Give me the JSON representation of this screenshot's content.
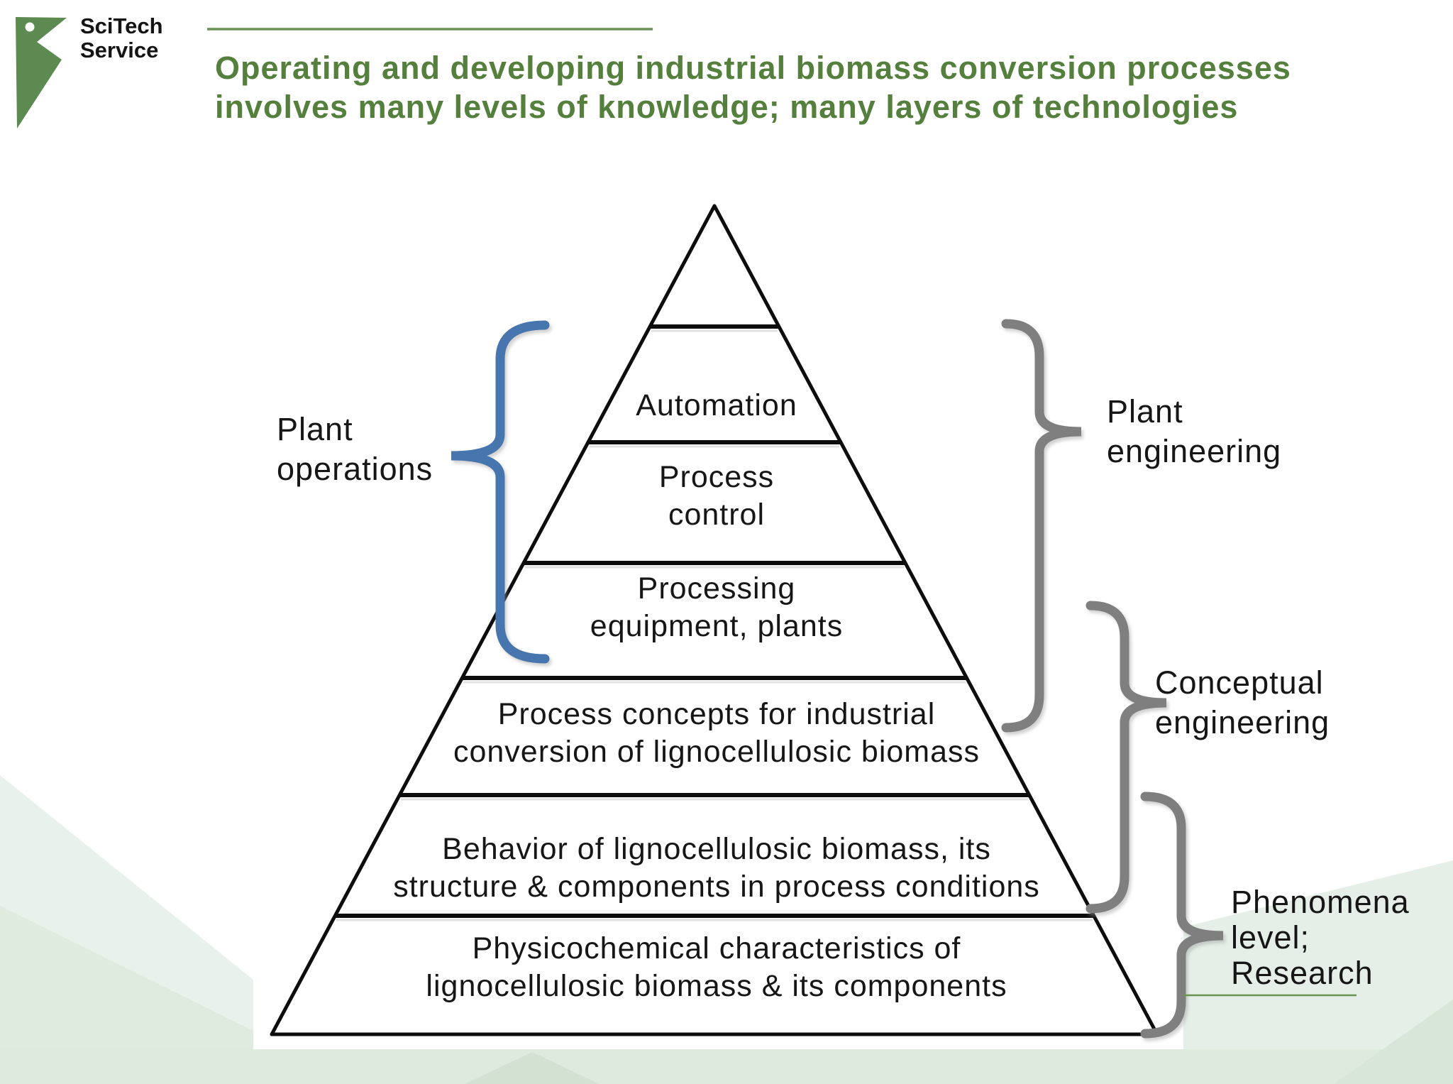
{
  "logo": {
    "brand_line1": "SciTech",
    "brand_line2": "Service"
  },
  "title": {
    "line1": "Operating and developing industrial biomass conversion processes",
    "line2": "involves many levels of knowledge; many layers of technologies"
  },
  "pyramid": {
    "levels": [
      {
        "lines": [
          "Automation"
        ]
      },
      {
        "lines": [
          "Process",
          "control"
        ]
      },
      {
        "lines": [
          "Processing",
          "equipment, plants"
        ]
      },
      {
        "lines": [
          "Process concepts for industrial",
          "conversion of lignocellulosic biomass"
        ]
      },
      {
        "lines": [
          "Behavior of lignocellulosic biomass, its",
          "structure & components in process conditions"
        ]
      },
      {
        "lines": [
          "Physicochemical characteristics of",
          "lignocellulosic biomass & its components"
        ]
      }
    ]
  },
  "labels": {
    "plant_operations": {
      "line1": "Plant",
      "line2": "operations"
    },
    "plant_engineering": {
      "line1": "Plant",
      "line2": "engineering"
    },
    "conceptual_engineering": {
      "line1": "Conceptual",
      "line2": "engineering"
    },
    "phenomena": {
      "line1": "Phenomena",
      "line2": "level;",
      "line3": "Research"
    }
  },
  "colors": {
    "title_green": "#557f3d",
    "logo_green": "#5d8a50",
    "rule_green": "#6a9355",
    "brace_blue": "#4674ad",
    "brace_gray": "#7f7f7f",
    "pyramid_line": "#0d0d0d",
    "bg_pale_mint": "#e9f1ed",
    "bg_pale_green": "#dfeade",
    "bg_accent_green": "#d2e1d2"
  }
}
